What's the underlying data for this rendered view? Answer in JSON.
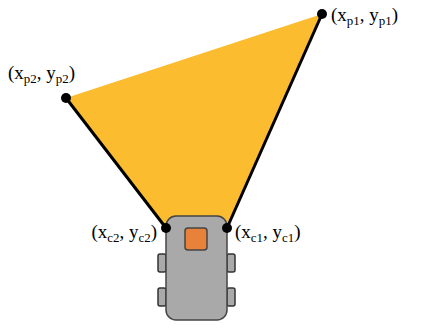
{
  "diagram": {
    "labels": [
      "(xp1, yp1)",
      "(xp2, yp2)",
      "(xc2, yc2)",
      "(xc1, yc1)"
    ]
  }
}
